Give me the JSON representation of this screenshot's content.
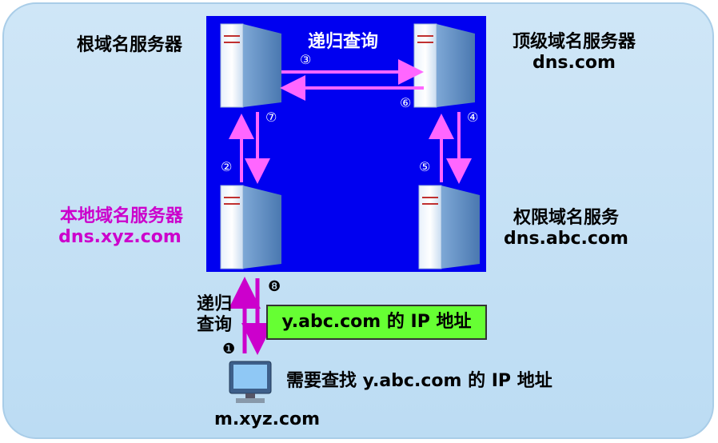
{
  "title": "递归查询",
  "servers": {
    "root": {
      "line1": "根域名服务器"
    },
    "tld": {
      "line1": "顶级域名服务器",
      "line2": "dns.com"
    },
    "local": {
      "line1": "本地域名服务器",
      "line2": "dns.xyz.com"
    },
    "auth": {
      "line1": "权限域名服务",
      "line2": "dns.abc.com"
    }
  },
  "client": {
    "host": "m.xyz.com",
    "caption": "需要查找 y.abc.com 的 IP 地址"
  },
  "query_label": {
    "line1": "递归",
    "line2": "查询"
  },
  "answer_box": "y.abc.com 的 IP 地址",
  "steps": {
    "s1": "❶",
    "s2": "②",
    "s3": "③",
    "s4": "④",
    "s5": "⑤",
    "s6": "⑥",
    "s7": "⑦",
    "s8": "❽"
  },
  "colors": {
    "blue_box": "#0000f0",
    "arrow": "#ff66ff",
    "arrow_dark": "#cc00cc",
    "answer_bg": "#66ff33",
    "panel": "#c4e0f5"
  }
}
